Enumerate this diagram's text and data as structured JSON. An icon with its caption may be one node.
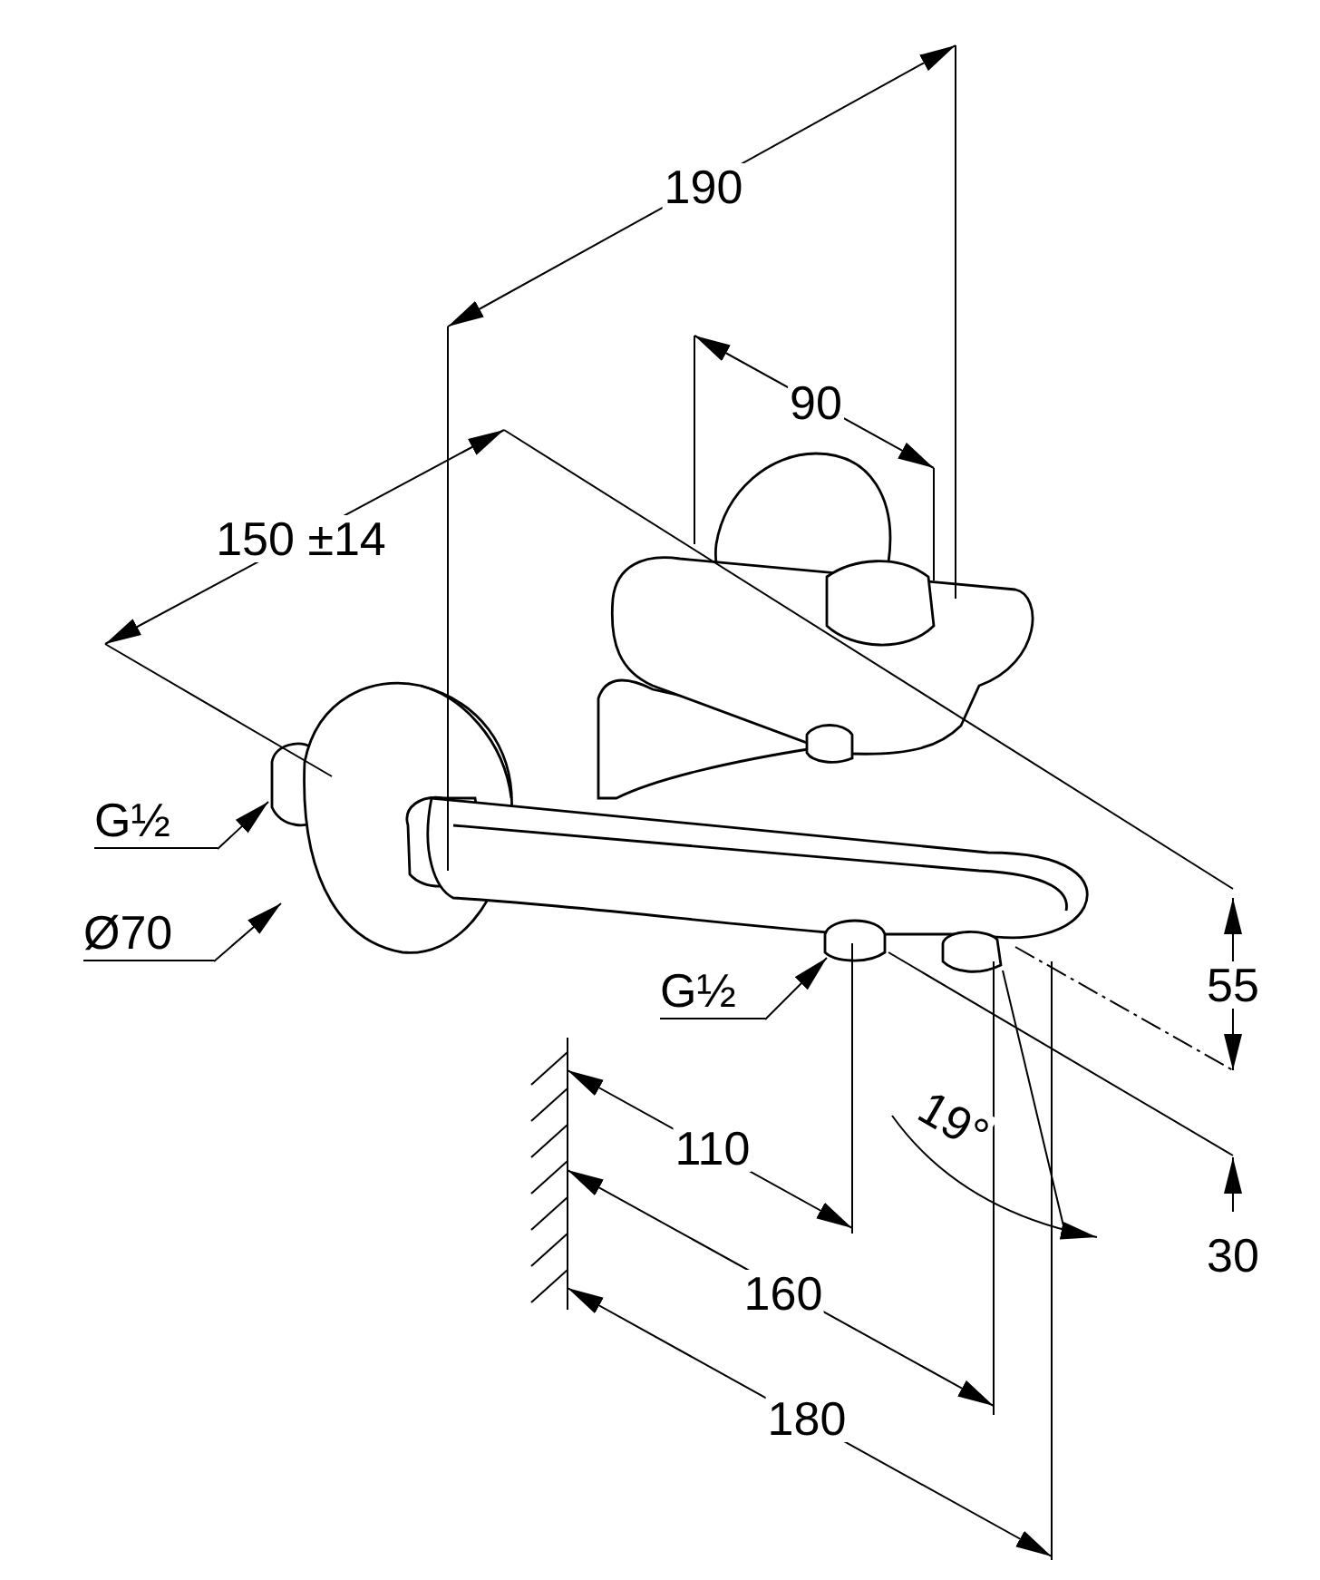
{
  "diagram": {
    "nodes": [
      {
        "text": [
          "G½"
        ]
      },
      {
        "text": [
          "Ø70"
        ]
      },
      {
        "text": [
          "G½"
        ]
      }
    ],
    "edges": [
      {
        "from": 0,
        "to": null,
        "arrow": "to"
      },
      {
        "from": 1,
        "to": null,
        "arrow": "to"
      },
      {
        "from": 2,
        "to": null,
        "arrow": "to"
      }
    ],
    "labels": [
      "190",
      "90",
      "150 ±14",
      "55",
      "19°",
      "30",
      "110",
      "160",
      "180"
    ]
  }
}
